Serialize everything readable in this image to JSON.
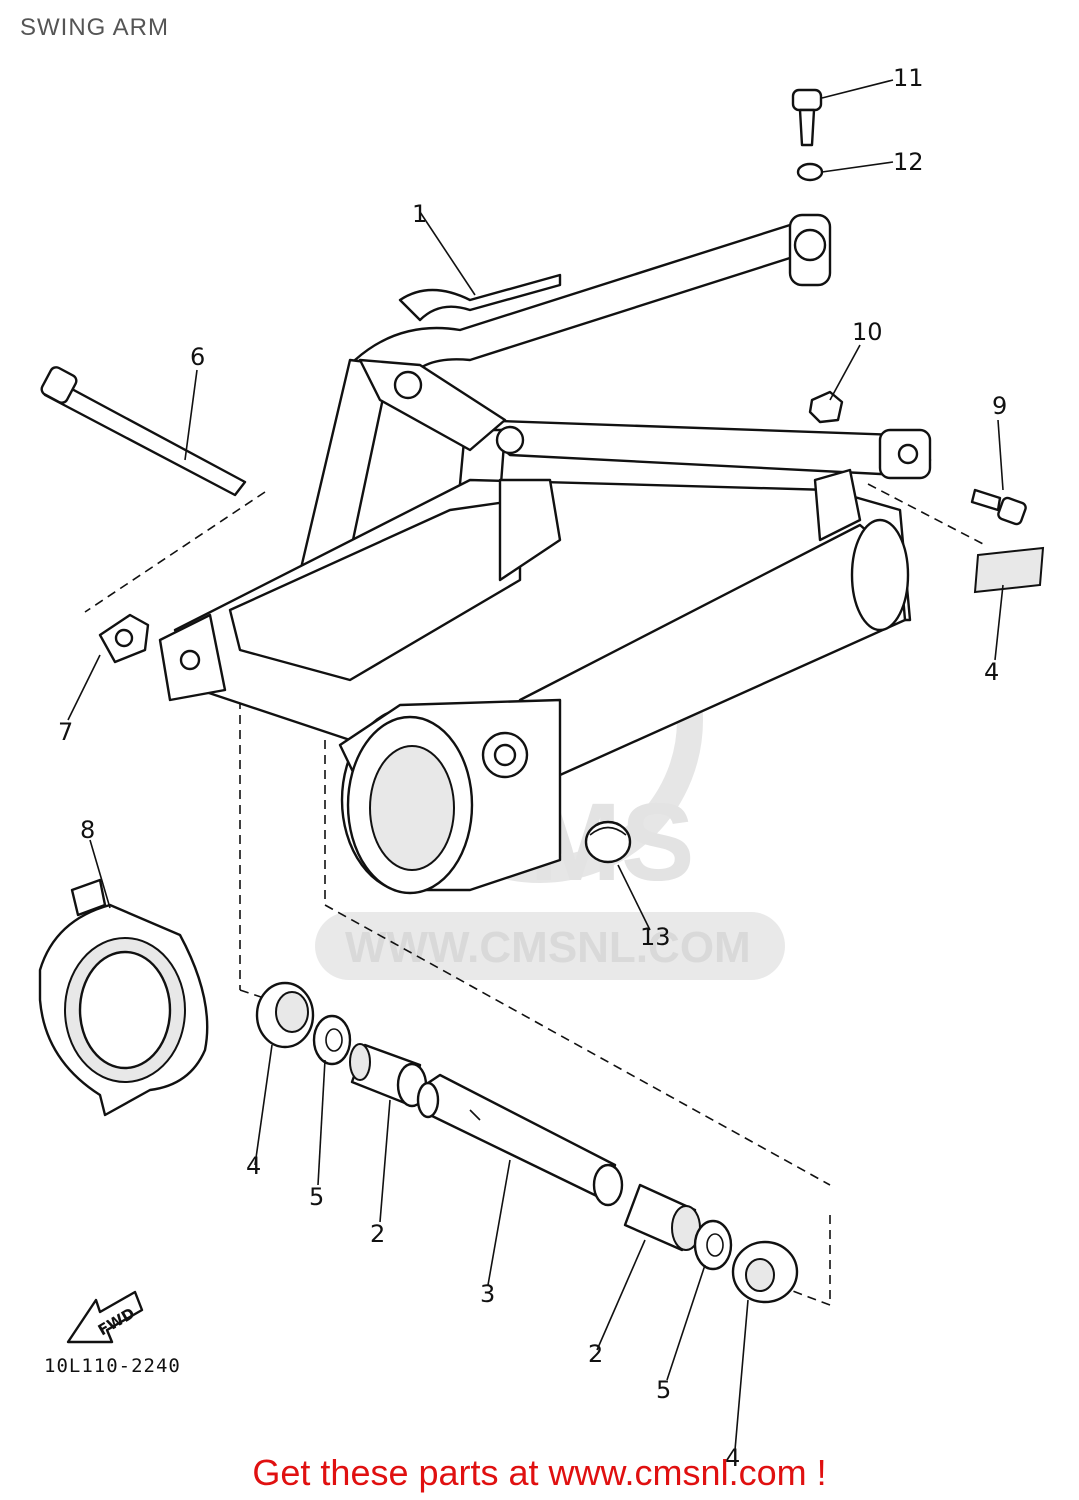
{
  "page": {
    "title": "SWING ARM"
  },
  "diagram": {
    "drawing_code": "10L110-2240",
    "fwd_label": "FWD",
    "callouts": [
      {
        "id": "c1",
        "label": "1"
      },
      {
        "id": "c2a",
        "label": "2"
      },
      {
        "id": "c2b",
        "label": "2"
      },
      {
        "id": "c3",
        "label": "3"
      },
      {
        "id": "c4a",
        "label": "4"
      },
      {
        "id": "c4b",
        "label": "4"
      },
      {
        "id": "c4c",
        "label": "4"
      },
      {
        "id": "c5a",
        "label": "5"
      },
      {
        "id": "c5b",
        "label": "5"
      },
      {
        "id": "c6",
        "label": "6"
      },
      {
        "id": "c7",
        "label": "7"
      },
      {
        "id": "c8",
        "label": "8"
      },
      {
        "id": "c9",
        "label": "9"
      },
      {
        "id": "c10",
        "label": "10"
      },
      {
        "id": "c11",
        "label": "11"
      },
      {
        "id": "c12",
        "label": "12"
      },
      {
        "id": "c13",
        "label": "13"
      }
    ]
  },
  "watermark": {
    "brand": "CMS",
    "url": "WWW.CMSNL.COM"
  },
  "footer": {
    "text": "Get these parts at www.cmsnl.com !"
  }
}
